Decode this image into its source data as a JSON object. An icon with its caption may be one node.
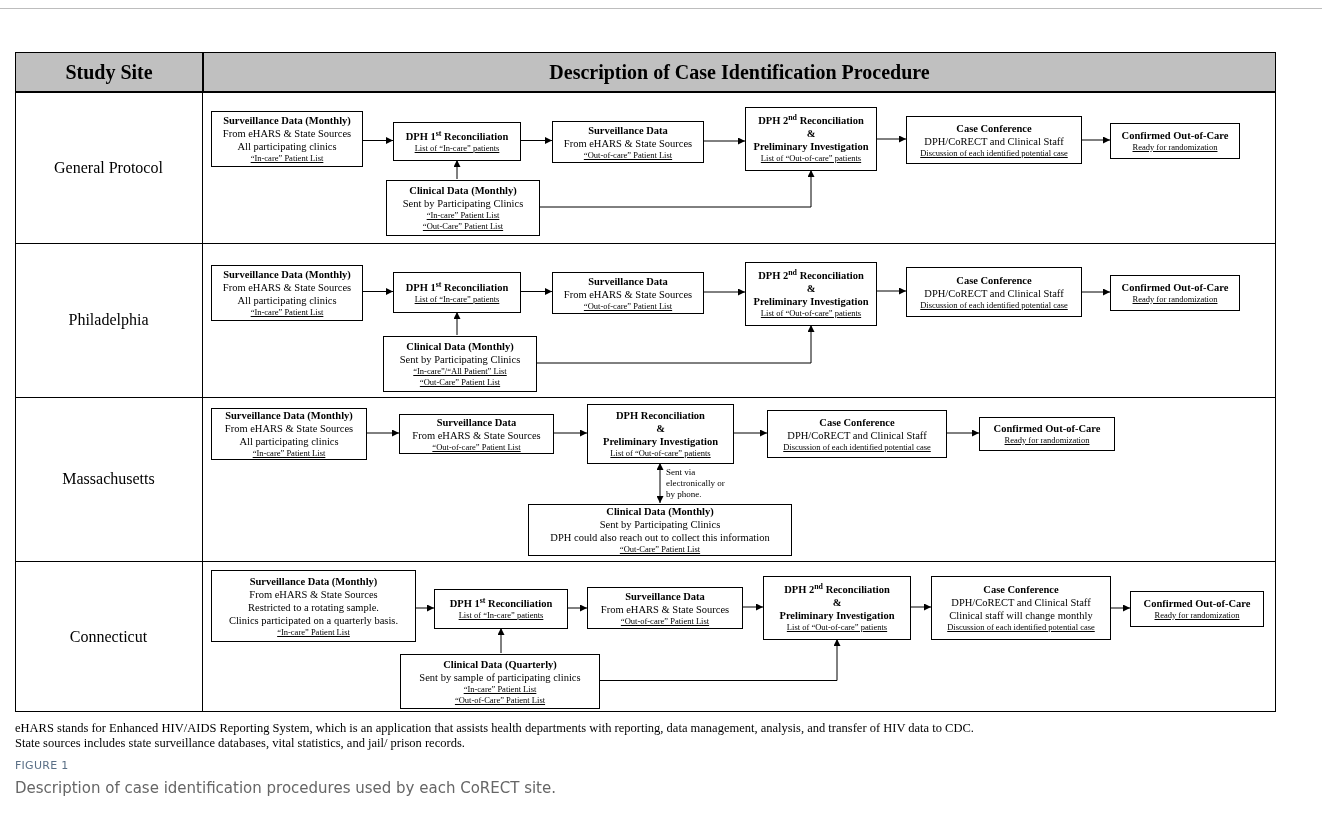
{
  "diagram": {
    "caption": "Description of case identification procedures used by each CoRECT site.",
    "nodes": [
      {
        "text": [
          "General Protocol"
        ]
      },
      {
        "text": [
          "Surveillance Data (Monthly)",
          "From eHARS & State Sources",
          "All participating clinics",
          "“In-care” Patient List"
        ],
        "in": 0
      },
      {
        "text": [
          "DPH 1$^{st}$ Reconciliation",
          "List of “In-care” patients"
        ],
        "in": 0
      },
      {
        "text": [
          "Surveillance Data",
          "From eHARS & State Sources",
          "“Out-of-care” Patient List"
        ],
        "in": 0
      },
      {
        "text": [
          "DPH 2$^{nd}$ Reconciliation",
          "&",
          "Preliminary Investigation",
          "List of “Out-of-care” patients"
        ],
        "in": 0
      },
      {
        "text": [
          "Case Conference",
          "DPH/CoRECT and Clinical Staff",
          "Discussion of each identified potential case"
        ],
        "in": 0
      },
      {
        "text": [
          "Confirmed Out-of-Care",
          "Ready for randomization"
        ],
        "in": 0
      },
      {
        "text": [
          "Clinical Data (Monthly)",
          "Sent by Participating Clinics",
          "“In-care” Patient List",
          "“Out-Care” Patient List"
        ],
        "in": 0
      },
      {
        "text": [
          "Philadelphia"
        ]
      },
      {
        "text": [
          "Surveillance Data (Monthly)",
          "From eHARS & State Sources",
          "All participating clinics",
          "“In-care” Patient List"
        ],
        "in": 8
      },
      {
        "text": [
          "DPH 1$^{st}$ Reconciliation",
          "List of “In-care” patients"
        ],
        "in": 8
      },
      {
        "text": [
          "Surveillance Data",
          "From eHARS & State Sources",
          "“Out-of-care” Patient List"
        ],
        "in": 8
      },
      {
        "text": [
          "DPH 2$^{nd}$ Reconciliation",
          "&",
          "Preliminary Investigation",
          "List of “Out-of-care” patients"
        ],
        "in": 8
      },
      {
        "text": [
          "Case Conference",
          "DPH/CoRECT and Clinical Staff",
          "Discussion of each identified potential case"
        ],
        "in": 8
      },
      {
        "text": [
          "Confirmed Out-of-Care",
          "Ready for randomization"
        ],
        "in": 8
      },
      {
        "text": [
          "Clinical Data (Monthly)",
          "Sent by Participating Clinics",
          "“In-care”/“All Patient” List",
          "“Out-Care” Patient List"
        ],
        "in": 8
      },
      {
        "text": [
          "Massachusetts"
        ]
      },
      {
        "text": [
          "Surveillance Data (Monthly)",
          "From eHARS & State Sources",
          "All participating clinics",
          "“In-care” Patient List"
        ],
        "in": 16
      },
      {
        "text": [
          "Surveillance Data",
          "From eHARS & State Sources",
          "“Out-of-care” Patient List"
        ],
        "in": 16
      },
      {
        "text": [
          "DPH Reconciliation",
          "&",
          "Preliminary Investigation",
          "List of “Out-of-care” patients"
        ],
        "in": 16
      },
      {
        "text": [
          "Case Conference",
          "DPH/CoRECT and Clinical Staff",
          "Discussion of each identified potential case"
        ],
        "in": 16
      },
      {
        "text": [
          "Confirmed Out-of-Care",
          "Ready for randomization"
        ],
        "in": 16
      },
      {
        "text": [
          "Clinical Data (Monthly)",
          "Sent by Participating Clinics",
          "DPH could also reach out to collect this information",
          "“Out-Care” Patient List"
        ],
        "in": 16
      },
      {
        "text": [
          "Connecticut"
        ]
      },
      {
        "text": [
          "Surveillance Data (Monthly)",
          "From eHARS & State Sources",
          "Restricted to a rotating sample.",
          "Clinics participated on a quarterly basis.",
          "“In-care” Patient List"
        ],
        "in": 23
      },
      {
        "text": [
          "DPH 1$^{st}$ Reconciliation",
          "List of “In-care” patients"
        ],
        "in": 23
      },
      {
        "text": [
          "Surveillance Data",
          "From eHARS & State Sources",
          "“Out-of-care” Patient List"
        ],
        "in": 23
      },
      {
        "text": [
          "DPH 2$^{nd}$ Reconciliation",
          "&",
          "Preliminary Investigation",
          "List of “Out-of-care” patients"
        ],
        "in": 23
      },
      {
        "text": [
          "Case Conference",
          "DPH/CoRECT and Clinical Staff",
          "Clinical staff will change monthly",
          "Discussion of each identified potential case"
        ],
        "in": 23
      },
      {
        "text": [
          "Confirmed Out-of-Care",
          "Ready for randomization"
        ],
        "in": 23
      },
      {
        "text": [
          "Clinical Data (Quarterly)",
          "Sent by sample of participating clinics",
          "“In-care” Patient List",
          "“Out-of-Care” Patient List"
        ],
        "in": 23
      }
    ],
    "edges": [
      {
        "from": 1,
        "to": 2,
        "arrow": "to"
      },
      {
        "from": 2,
        "to": 3,
        "arrow": "to"
      },
      {
        "from": 3,
        "to": 4,
        "arrow": "to"
      },
      {
        "from": 4,
        "to": 5,
        "arrow": "to"
      },
      {
        "from": 5,
        "to": 6,
        "arrow": "to"
      },
      {
        "from": 7,
        "to": 2,
        "arrow": "to"
      },
      {
        "from": 7,
        "to": 4,
        "arrow": "to"
      },
      {
        "from": 9,
        "to": 10,
        "arrow": "to"
      },
      {
        "from": 10,
        "to": 11,
        "arrow": "to"
      },
      {
        "from": 11,
        "to": 12,
        "arrow": "to"
      },
      {
        "from": 12,
        "to": 13,
        "arrow": "to"
      },
      {
        "from": 13,
        "to": 14,
        "arrow": "to"
      },
      {
        "from": 15,
        "to": 10,
        "arrow": "to"
      },
      {
        "from": 15,
        "to": 12,
        "arrow": "to"
      },
      {
        "from": 17,
        "to": 18,
        "arrow": "to"
      },
      {
        "from": 18,
        "to": 19,
        "arrow": "to"
      },
      {
        "from": 19,
        "to": 20,
        "arrow": "to"
      },
      {
        "from": 20,
        "to": 21,
        "arrow": "to"
      },
      {
        "from": 19,
        "to": 22,
        "arrow": "both",
        "label": "Sent via electronically or by phone."
      },
      {
        "from": 24,
        "to": 25,
        "arrow": "to"
      },
      {
        "from": 25,
        "to": 26,
        "arrow": "to"
      },
      {
        "from": 26,
        "to": 27,
        "arrow": "to"
      },
      {
        "from": 27,
        "to": 28,
        "arrow": "to"
      },
      {
        "from": 28,
        "to": 29,
        "arrow": "to"
      },
      {
        "from": 30,
        "to": 25,
        "arrow": "to"
      },
      {
        "from": 30,
        "to": 27,
        "arrow": "to"
      }
    ],
    "labels": [
      "Study Site",
      "Description of Case Identification Procedure",
      "eHARS stands for Enhanced HIV/AIDS Reporting System, which is an application that assists health departments with reporting, data management, analysis, and transfer of HIV data to CDC.",
      "State sources includes state surveillance databases, vital statistics, and jail/ prison records.",
      "FIGURE 1"
    ]
  }
}
